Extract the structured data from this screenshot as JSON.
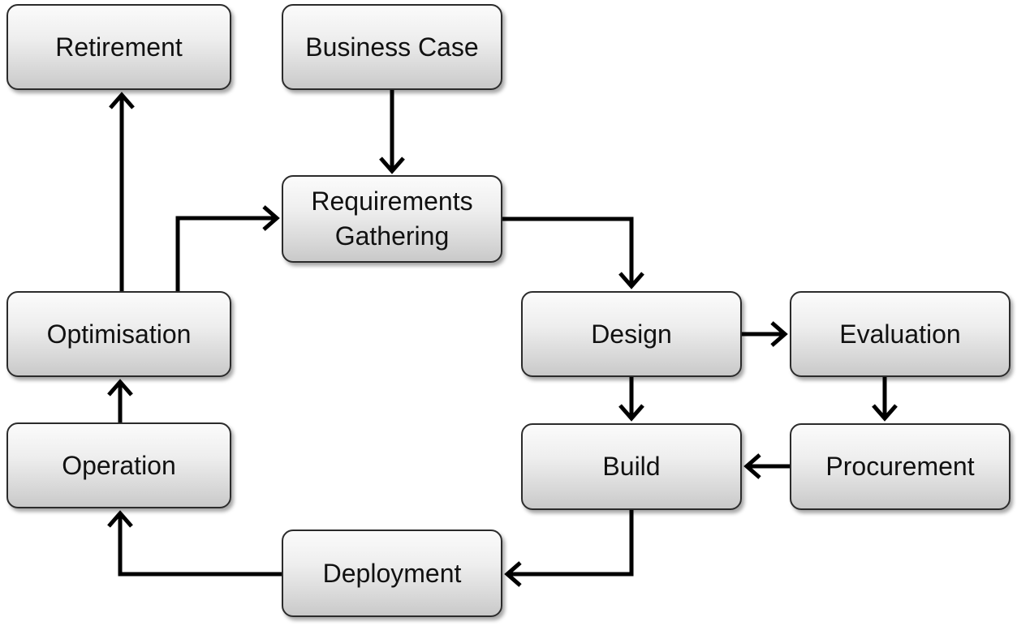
{
  "diagram": {
    "type": "flowchart",
    "nodes": {
      "retirement": "Retirement",
      "business_case": "Business Case",
      "requirements_gathering": "Requirements\nGathering",
      "optimisation": "Optimisation",
      "design": "Design",
      "evaluation": "Evaluation",
      "operation": "Operation",
      "build": "Build",
      "procurement": "Procurement",
      "deployment": "Deployment"
    },
    "edges": [
      {
        "from": "business_case",
        "to": "requirements_gathering"
      },
      {
        "from": "requirements_gathering",
        "to": "design"
      },
      {
        "from": "design",
        "to": "evaluation"
      },
      {
        "from": "design",
        "to": "build"
      },
      {
        "from": "evaluation",
        "to": "procurement"
      },
      {
        "from": "procurement",
        "to": "build"
      },
      {
        "from": "build",
        "to": "deployment"
      },
      {
        "from": "deployment",
        "to": "operation"
      },
      {
        "from": "operation",
        "to": "optimisation"
      },
      {
        "from": "optimisation",
        "to": "retirement"
      },
      {
        "from": "optimisation",
        "to": "requirements_gathering"
      }
    ],
    "colors": {
      "box_fill_top": "#fbfbfb",
      "box_fill_bottom": "#c9c9c9",
      "box_border": "#2b2b2b",
      "connector": "#000000",
      "text": "#111111"
    }
  }
}
